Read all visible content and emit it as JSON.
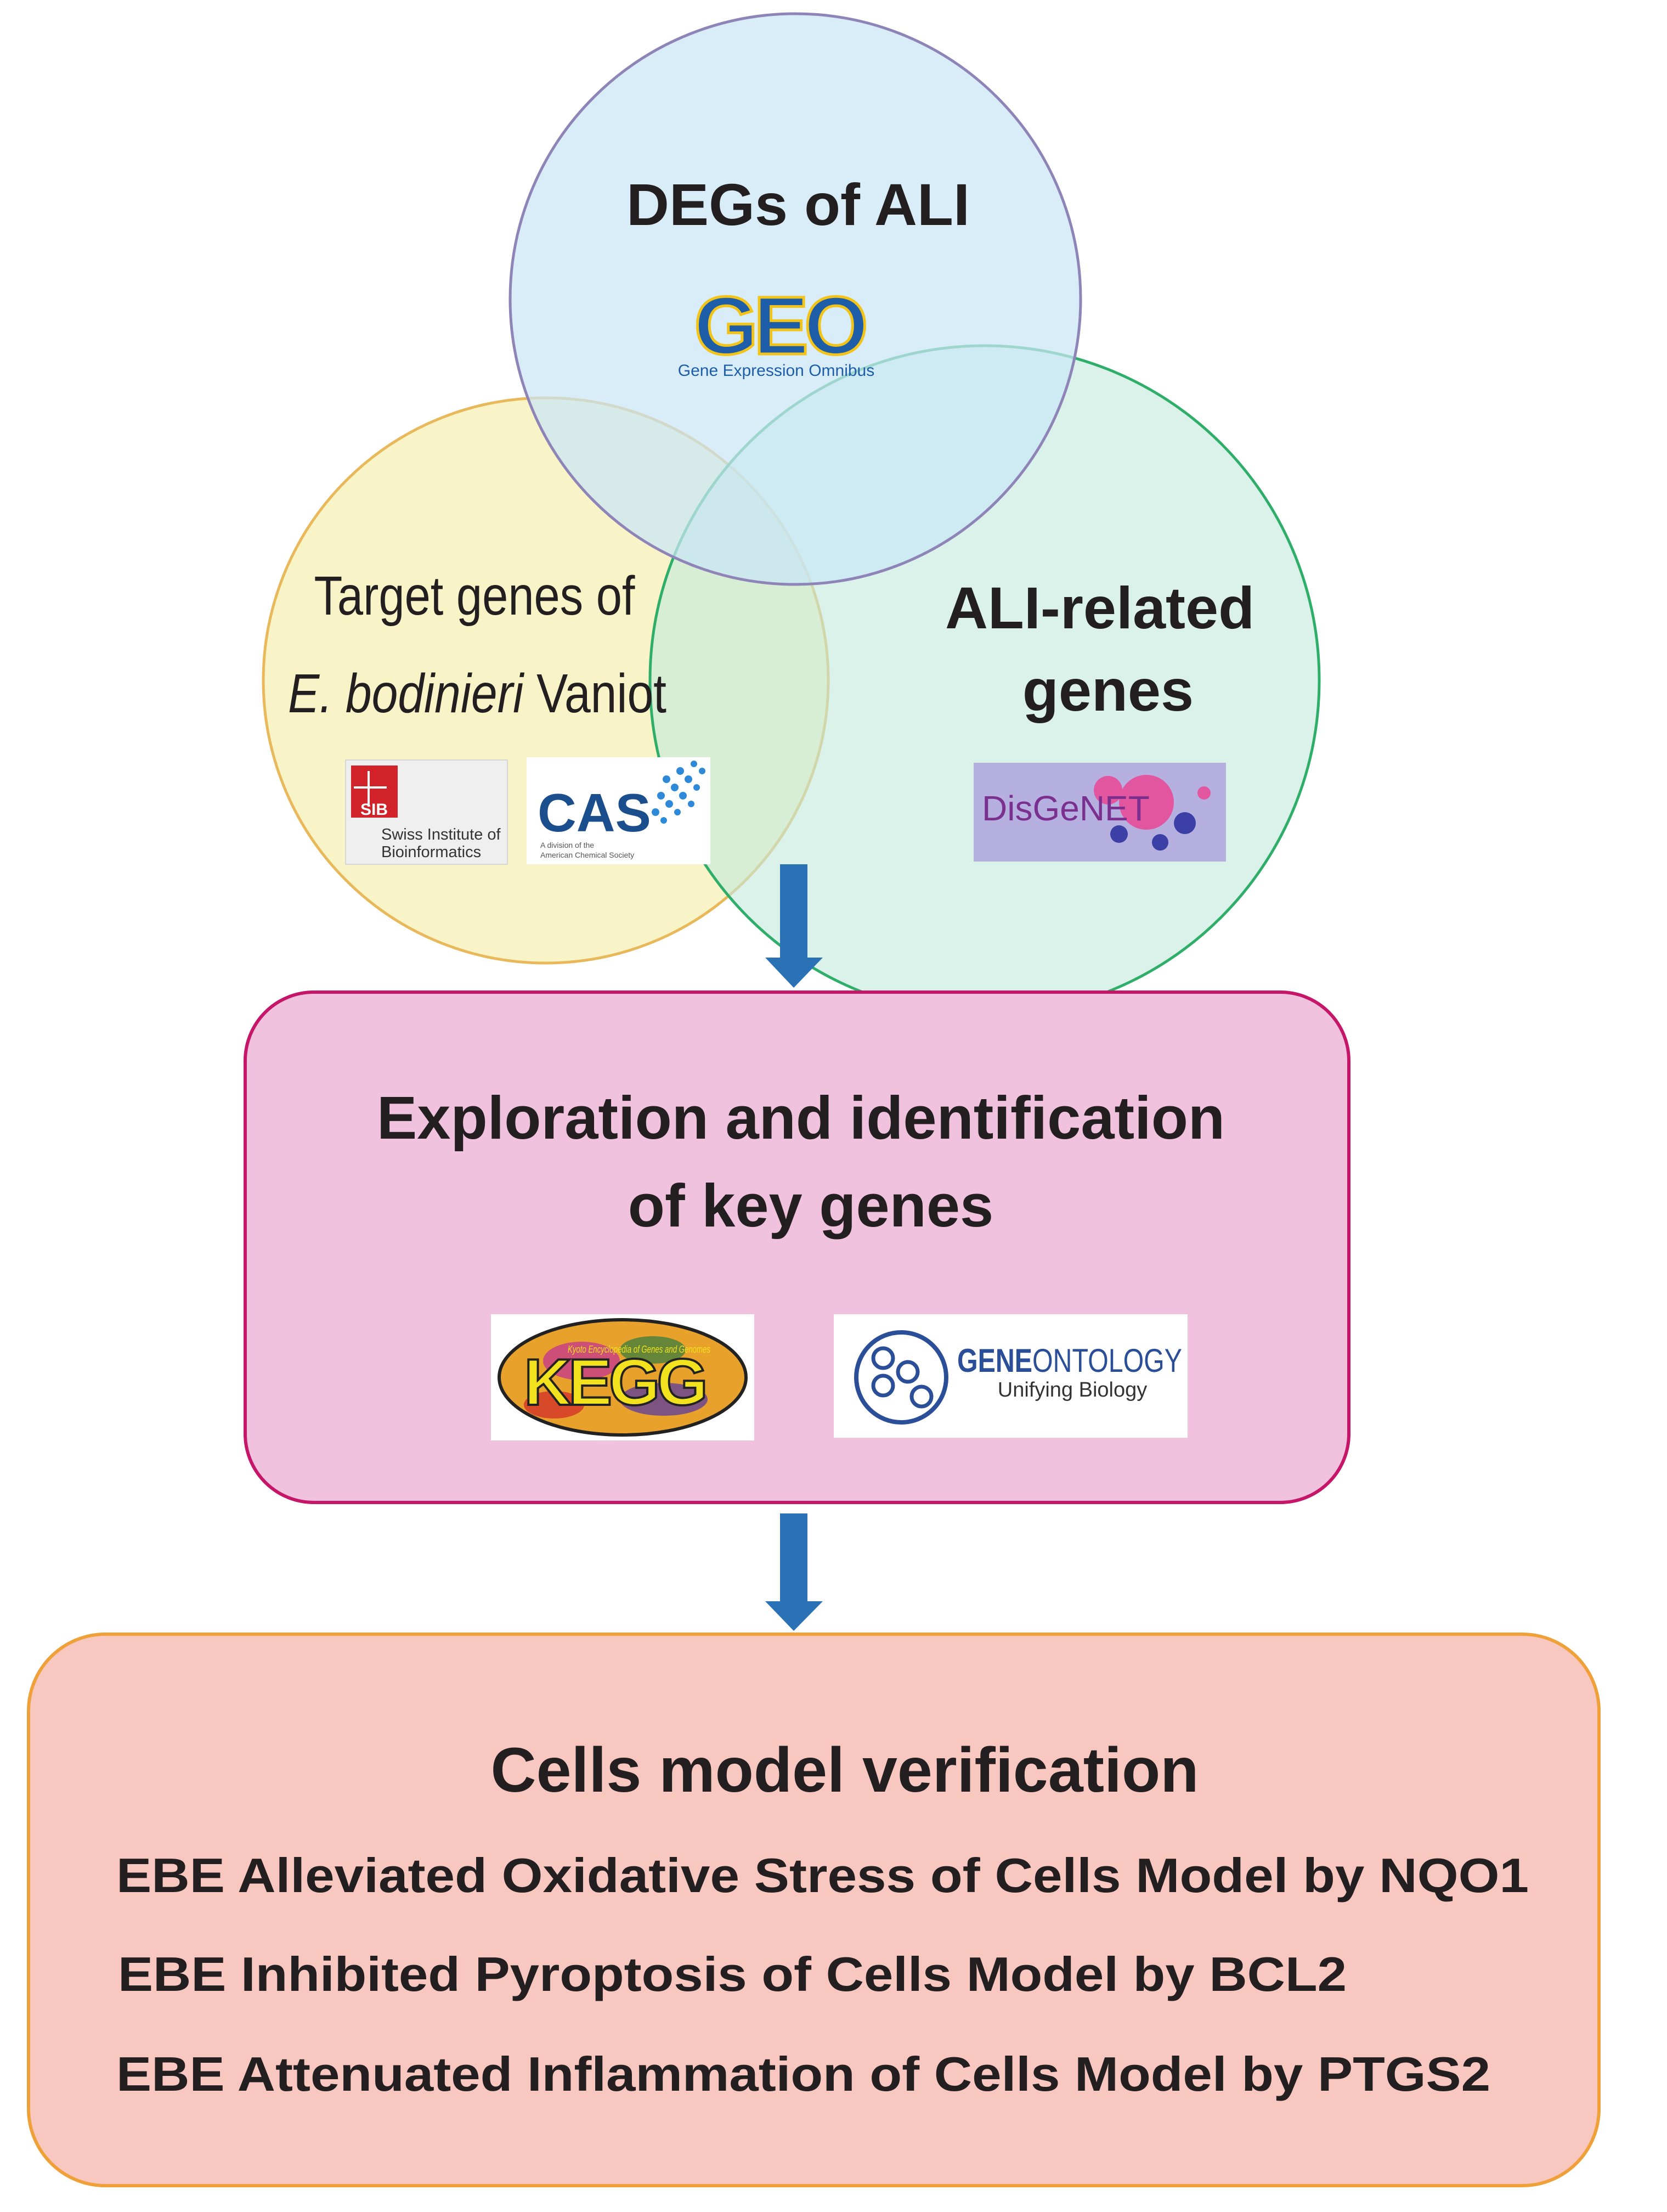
{
  "colors": {
    "circle_geo": "#c9e6f5",
    "circle_target": "#f7f2c0",
    "circle_ali": "#c4eadb",
    "box_exploration": "#f1c2dd",
    "box_cells": "#f8c7c0",
    "arrow": "#2a72b5",
    "text": "#231f20"
  },
  "venn": {
    "geo": {
      "title": "DEGs of ALI",
      "logo": {
        "icon": "geo-logo",
        "word": "GEO",
        "caption": "Gene Expression Omnibus"
      }
    },
    "target": {
      "title_line1": "Target genes of",
      "title_line2_italic": "E. bodinieri",
      "title_line2_rest": " Vaniot",
      "logo_sib": {
        "icon": "sib-logo",
        "word": "SIB",
        "caption_line1": "Swiss Institute of",
        "caption_line2": "Bioinformatics"
      },
      "logo_cas": {
        "icon": "cas-logo",
        "word": "CAS",
        "caption_line1": "A division of the",
        "caption_line2": "American Chemical Society"
      }
    },
    "ali": {
      "title_line1": "ALI-related",
      "title_line2": "genes",
      "logo": {
        "icon": "disgenet-logo",
        "word": "DisGeNET"
      }
    }
  },
  "exploration": {
    "title_line1": "Exploration and identification",
    "title_line2": "of key genes",
    "logo_kegg": {
      "icon": "kegg-logo",
      "word": "KEGG",
      "caption": "Kyoto Encyclopedia of Genes and Genomes"
    },
    "logo_go": {
      "icon": "gene-ontology-logo",
      "word_bold": "GENE",
      "word_light": "ONTOLOGY",
      "caption": "Unifying Biology"
    }
  },
  "cells": {
    "title": "Cells model verification",
    "items": [
      "EBE Alleviated Oxidative Stress of Cells Model by NQO1",
      "EBE Inhibited Pyroptosis of Cells Model by BCL2",
      "EBE Attenuated Inflammation of Cells Model by PTGS2"
    ]
  }
}
